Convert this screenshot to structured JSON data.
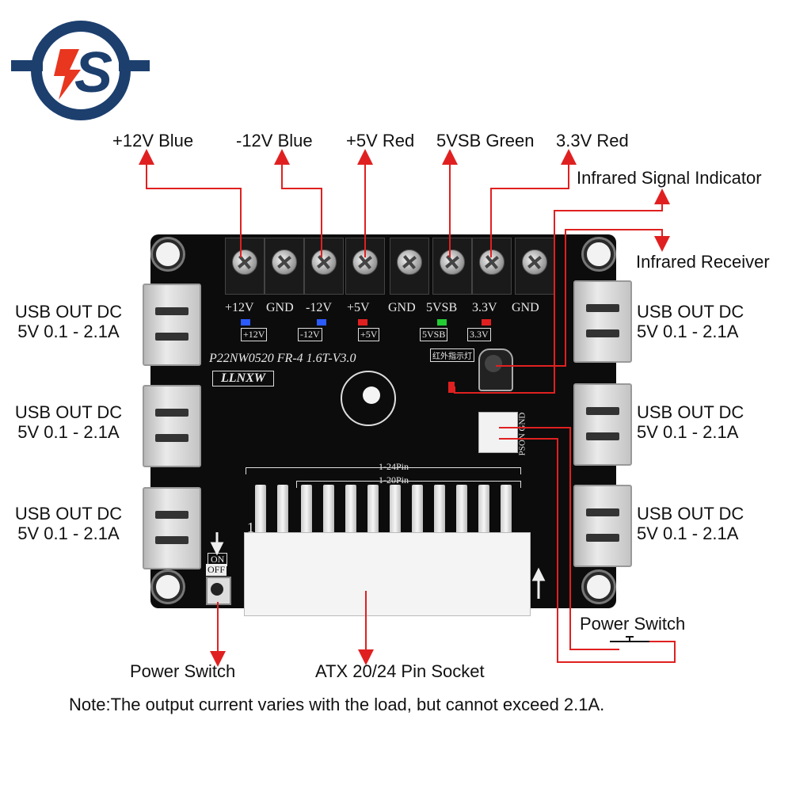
{
  "logo": {
    "text": "S",
    "color": "#1c3f6e",
    "accent": "#e8361f"
  },
  "colors": {
    "arrow": "#e02020",
    "board": "#0c0c0c",
    "silk": "#e8e8e8"
  },
  "top_labels": [
    "+12V Blue",
    "-12V Blue",
    "+5V Red",
    "5VSB Green",
    "3.3V Red"
  ],
  "right_labels": {
    "ir_indicator": "Infrared Signal Indicator",
    "ir_receiver": "Infrared Receiver",
    "power_switch": "Power Switch"
  },
  "usb_label": {
    "line1": "USB OUT DC",
    "line2": "5V 0.1 - 2.1A"
  },
  "bottom_labels": {
    "power_switch": "Power Switch",
    "atx_socket": "ATX 20/24 Pin Socket"
  },
  "note": "Note:The output current varies with the load, but cannot exceed 2.1A.",
  "board": {
    "terminals": [
      "+12V",
      "GND",
      "-12V",
      "+5V",
      "GND",
      "5VSB",
      "3.3V",
      "GND"
    ],
    "led_labels": [
      "+12V",
      "-12V",
      "+5V",
      "5VSB",
      "3.3V"
    ],
    "model": "P22NW0520  FR-4  1.6T-V3.0",
    "brand": "LLNXW",
    "ir_chinese": "红外指示灯",
    "pin24": "1-24Pin",
    "pin20": "1-20Pin",
    "switch_on": "ON",
    "switch_off": "OFF",
    "pson": "PSON GND",
    "pin_one": "1"
  }
}
